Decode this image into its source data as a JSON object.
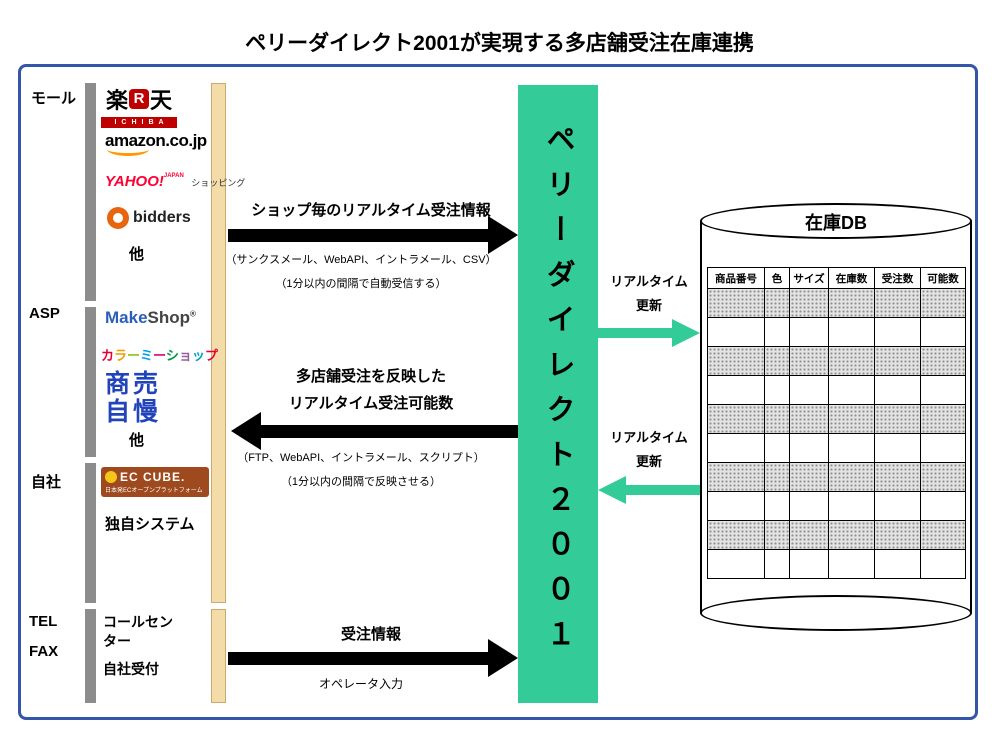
{
  "title": "ペリーダイレクト2001が実現する多店舗受注在庫連携",
  "left": {
    "mall_label": "モール",
    "asp_label": "ASP",
    "own_label": "自社",
    "tel_label": "TEL",
    "fax_label": "FAX",
    "rakuten": {
      "raku": "楽",
      "r_badge": "R",
      "ten": "天",
      "ichiba": "ICHIBA"
    },
    "amazon": "amazon.co.jp",
    "yahoo": {
      "name": "YAHOO!",
      "japan": "JAPAN",
      "shopping": "ショッピング"
    },
    "bidders": "bidders",
    "mall_others": "他",
    "makeshop": {
      "make": "Make",
      "shop": "Shop",
      "reg": "®"
    },
    "colorme": "カラーミーショップ",
    "shobai_line1": "商売",
    "shobai_line2": "自慢",
    "asp_others": "他",
    "eccube": {
      "name": "EC CUBE.",
      "sub": "日本発ECオープンプラットフォーム"
    },
    "own_system": "独自システム",
    "call_center_line1": "コールセン",
    "call_center_line2": "ター",
    "own_reception": "自社受付"
  },
  "flows": {
    "inbound": {
      "label": "ショップ毎のリアルタイム受注情報",
      "sub1": "（サンクスメール、WebAPI、イントラメール、CSV）",
      "sub2": "（1分以内の間隔で自動受信する）"
    },
    "outbound": {
      "label1": "多店舗受注を反映した",
      "label2": "リアルタイム受注可能数",
      "sub1": "（FTP、WebAPI、イントラメール、スクリプト）",
      "sub2": "（1分以内の間隔で反映させる）"
    },
    "tel_fax": {
      "label": "受注情報",
      "sub": "オペレータ入力"
    },
    "to_db": {
      "line1": "リアルタイム",
      "line2": "更新"
    },
    "from_db": {
      "line1": "リアルタイム",
      "line2": "更新"
    }
  },
  "center": {
    "label": "ペリーダイレクト２００１"
  },
  "db": {
    "title": "在庫DB",
    "headers": [
      "商品番号",
      "色",
      "サイズ",
      "在庫数",
      "受注数",
      "可能数"
    ],
    "row_count": 10
  },
  "colors": {
    "accent_green": "#33CC99",
    "frame_blue": "#3355AA",
    "bar_gray": "#8C8C8C",
    "bar_tan": "#F4DCA9",
    "rakuten_red": "#BF0000",
    "amazon_orange": "#FF9900",
    "yahoo_red": "#FF0033",
    "bidders_orange": "#E8650F",
    "makeshop_blue": "#2B5FB8",
    "shobai_blue": "#2244BB",
    "eccube_brown": "#9E4A1E",
    "colorme_palette": [
      "#E6002D",
      "#F39800",
      "#8FC31F",
      "#00A0E9",
      "#E4007F",
      "#009944",
      "#9460A0",
      "#00A0C6",
      "#E6002D"
    ]
  }
}
